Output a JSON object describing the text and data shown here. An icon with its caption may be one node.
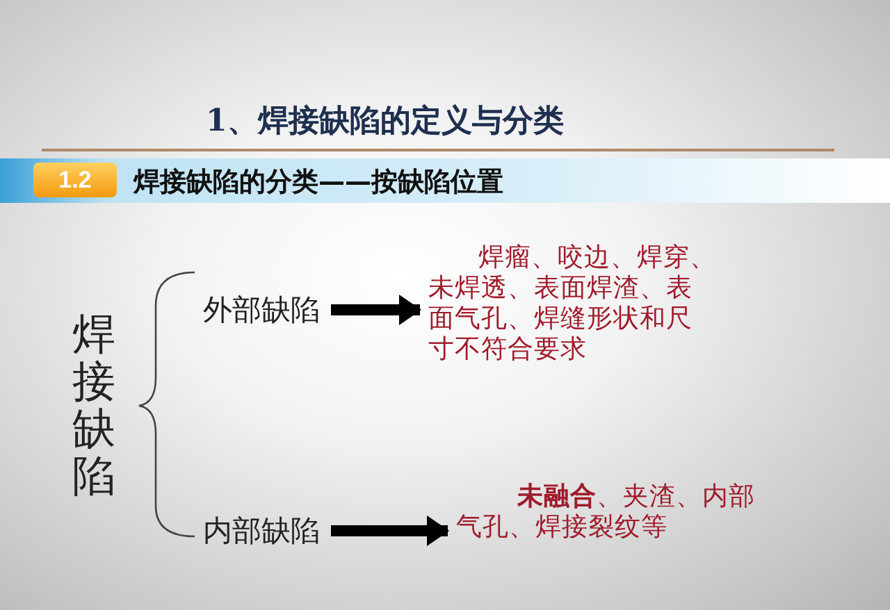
{
  "diagram": {
    "title": "1、焊接缺陷的定义与分类",
    "nodes": [
      {
        "text": [
          "焊接缺陷"
        ]
      },
      {
        "text": [
          "外部缺陷"
        ]
      },
      {
        "text": [
          "焊瘤、咬边、焊穿、未焊透、表面焊渣、表面气孔、焊缝形状和尺寸不符合要求"
        ]
      },
      {
        "text": [
          "内部缺陷"
        ]
      },
      {
        "text": [
          "**未融合**、夹渣、内部气孔、焊接裂纹等"
        ]
      }
    ],
    "edges": [
      {
        "from": 1,
        "to": 2,
        "arrow": "to"
      },
      {
        "from": 3,
        "to": 4,
        "arrow": "to"
      }
    ],
    "labels": [
      "1.2",
      "焊接缺陷的分类——按缺陷位置"
    ]
  }
}
